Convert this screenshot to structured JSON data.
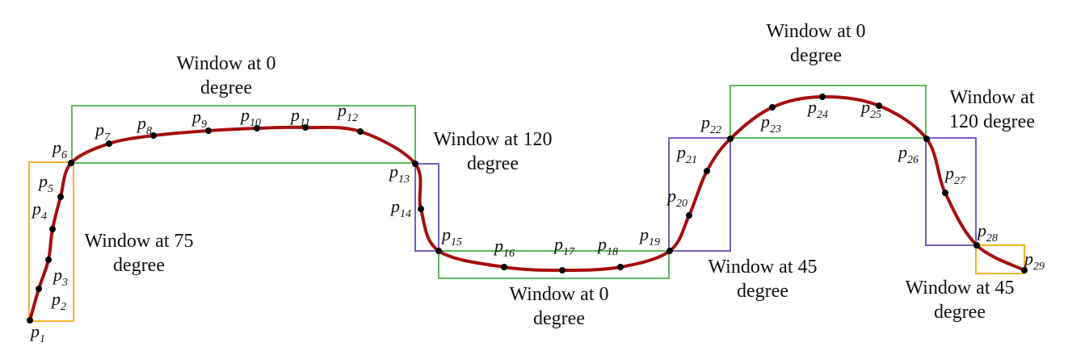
{
  "colors": {
    "curve": "#a50f0f",
    "point": "#000000",
    "window_0": "#5cb85c",
    "window_45_75": "#f0b429",
    "window_120": "#7b5cc4",
    "window_45_purple": "#7b5cc4"
  },
  "points": [
    {
      "name": "p",
      "sub": "1"
    },
    {
      "name": "p",
      "sub": "2"
    },
    {
      "name": "p",
      "sub": "3"
    },
    {
      "name": "p",
      "sub": "4"
    },
    {
      "name": "p",
      "sub": "5"
    },
    {
      "name": "p",
      "sub": "6"
    },
    {
      "name": "p",
      "sub": "7"
    },
    {
      "name": "p",
      "sub": "8"
    },
    {
      "name": "p",
      "sub": "9"
    },
    {
      "name": "p",
      "sub": "10"
    },
    {
      "name": "p",
      "sub": "11"
    },
    {
      "name": "p",
      "sub": "12"
    },
    {
      "name": "p",
      "sub": "13"
    },
    {
      "name": "p",
      "sub": "14"
    },
    {
      "name": "p",
      "sub": "15"
    },
    {
      "name": "p",
      "sub": "16"
    },
    {
      "name": "p",
      "sub": "17"
    },
    {
      "name": "p",
      "sub": "18"
    },
    {
      "name": "p",
      "sub": "19"
    },
    {
      "name": "p",
      "sub": "20"
    },
    {
      "name": "p",
      "sub": "21"
    },
    {
      "name": "p",
      "sub": "22"
    },
    {
      "name": "p",
      "sub": "23"
    },
    {
      "name": "p",
      "sub": "24"
    },
    {
      "name": "p",
      "sub": "25"
    },
    {
      "name": "p",
      "sub": "26"
    },
    {
      "name": "p",
      "sub": "27"
    },
    {
      "name": "p",
      "sub": "28"
    },
    {
      "name": "p",
      "sub": "29"
    }
  ],
  "windows": [
    {
      "label_lines": [
        "Window at 75",
        "degree"
      ],
      "color_key": "window_45_75"
    },
    {
      "label_lines": [
        "Window at 0",
        "degree"
      ],
      "color_key": "window_0"
    },
    {
      "label_lines": [
        "Window at 120",
        "degree"
      ],
      "color_key": "window_120"
    },
    {
      "label_lines": [
        "Window at 0",
        "degree"
      ],
      "color_key": "window_0"
    },
    {
      "label_lines": [
        "Window at 45",
        "degree"
      ],
      "color_key": "window_45_purple"
    },
    {
      "label_lines": [
        "Window at 0",
        "degree"
      ],
      "color_key": "window_0"
    },
    {
      "label_lines": [
        "Window at",
        "120 degree"
      ],
      "color_key": "window_120"
    },
    {
      "label_lines": [
        "Window at 45",
        "degree"
      ],
      "color_key": "window_45_75"
    }
  ]
}
